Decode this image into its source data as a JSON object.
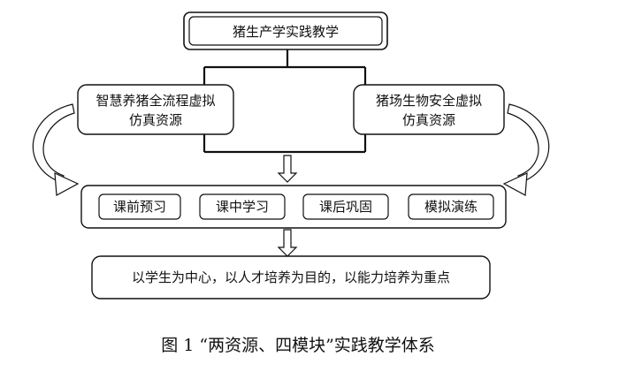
{
  "top_box": {
    "label": "猪生产学实践教学"
  },
  "left_resource": {
    "line1": "智慧养猪全流程虚拟",
    "line2": "仿真资源"
  },
  "right_resource": {
    "line1": "猪场生物安全虚拟",
    "line2": "仿真资源"
  },
  "modules": [
    {
      "label": "课前预习"
    },
    {
      "label": "课中学习"
    },
    {
      "label": "课后巩固"
    },
    {
      "label": "模拟演练"
    }
  ],
  "goal_box": {
    "label": "以学生为中心，以人才培养为目的，以能力培养为重点"
  },
  "caption": {
    "label": "图 1  “两资源、四模块”实践教学体系"
  }
}
